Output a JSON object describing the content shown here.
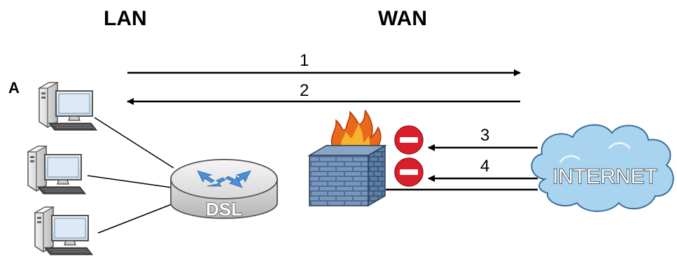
{
  "zones": {
    "lan": "LAN",
    "wan": "WAN"
  },
  "computer_label": "A",
  "router": {
    "label": "DSL"
  },
  "cloud": {
    "label": "INTERNET"
  },
  "arrows": {
    "a1": "1",
    "a2": "2",
    "a3": "3",
    "a4": "4"
  },
  "icons": {
    "computer": "desktop-computer-icon",
    "router": "dsl-router-icon",
    "firewall": "firewall-icon",
    "blocked": "no-entry-icon",
    "cloud": "internet-cloud-icon"
  },
  "colors": {
    "router_arrow": "#4a90d9",
    "firewall_brick": "#6f8fb3",
    "blocked": "#d9202a",
    "cloud": "#a8d4f0"
  }
}
